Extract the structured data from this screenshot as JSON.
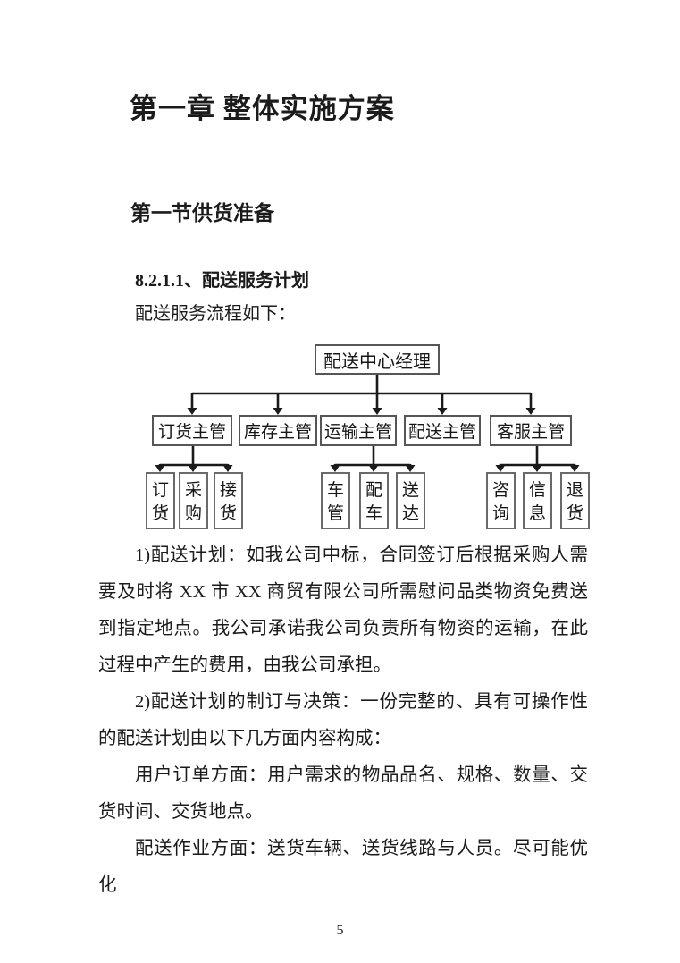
{
  "document": {
    "chapter_title": "第一章 整体实施方案",
    "section_title": "第一节供货准备",
    "subsection_title": "8.2.1.1、配送服务计划",
    "flow_intro": "配送服务流程如下：",
    "paragraphs": [
      "1)配送计划：如我公司中标，合同签订后根据采购人需要及时将 XX 市 XX 商贸有限公司所需慰问品类物资免费送到指定地点。我公司承诺我公司负责所有物资的运输，在此过程中产生的费用，由我公司承担。",
      "2)配送计划的制订与决策：一份完整的、具有可操作性的配送计划由以下几方面内容构成：",
      "用户订单方面：用户需求的物品品名、规格、数量、交货时间、交货地点。",
      "配送作业方面：送货车辆、送货线路与人员。尽可能优化"
    ],
    "page_number": "5"
  },
  "org_chart": {
    "type": "org-flowchart",
    "root": "配送中心经理",
    "managers": [
      {
        "label": "订货主管",
        "children": [
          "订货",
          "采购",
          "接货"
        ]
      },
      {
        "label": "库存主管",
        "children": []
      },
      {
        "label": "运输主管",
        "children": [
          "车管",
          "配车",
          "送达"
        ]
      },
      {
        "label": "配送主管",
        "children": []
      },
      {
        "label": "客服主管",
        "children": [
          "咨询",
          "信息",
          "退货"
        ]
      }
    ],
    "line_color": "#1a1a1a",
    "box_border_color": "#565656"
  }
}
